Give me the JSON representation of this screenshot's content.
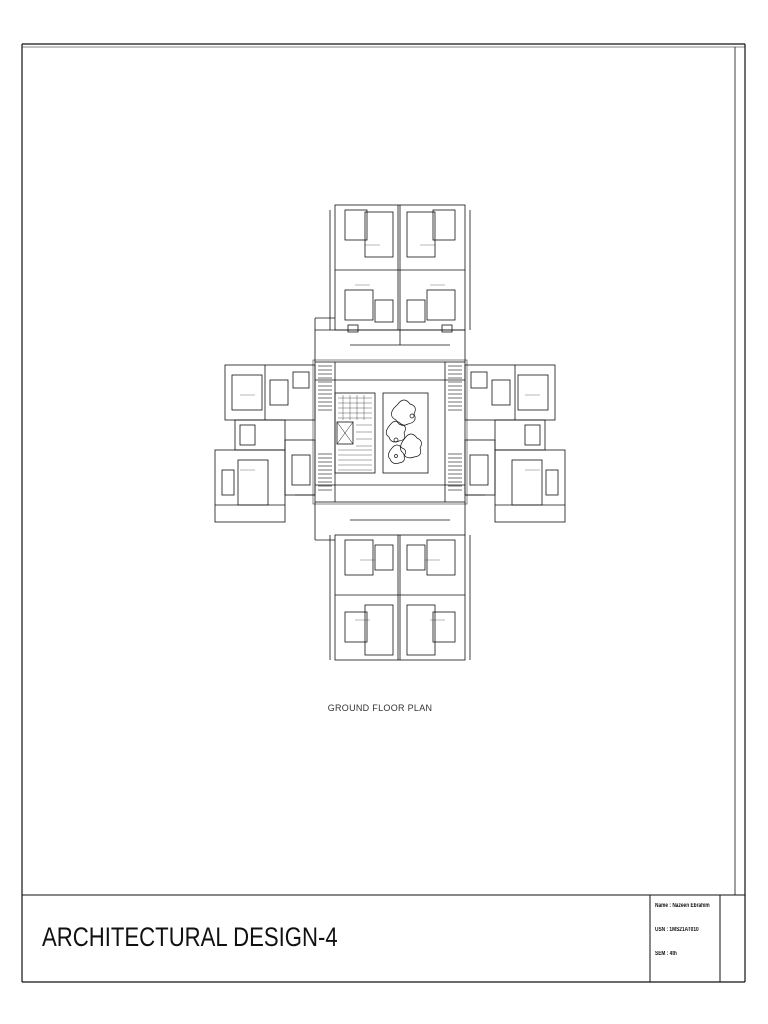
{
  "plan_caption": "GROUND FLOOR PLAN",
  "title_block": {
    "project_title": "ARCHITECTURAL DESIGN-4",
    "name_line": "Name : Nazeen Ebrahim",
    "usn_line": "USN : 1MS21AT010",
    "sem_line": "SEM : 4th"
  },
  "colors": {
    "line": "#111111",
    "background": "#ffffff"
  }
}
